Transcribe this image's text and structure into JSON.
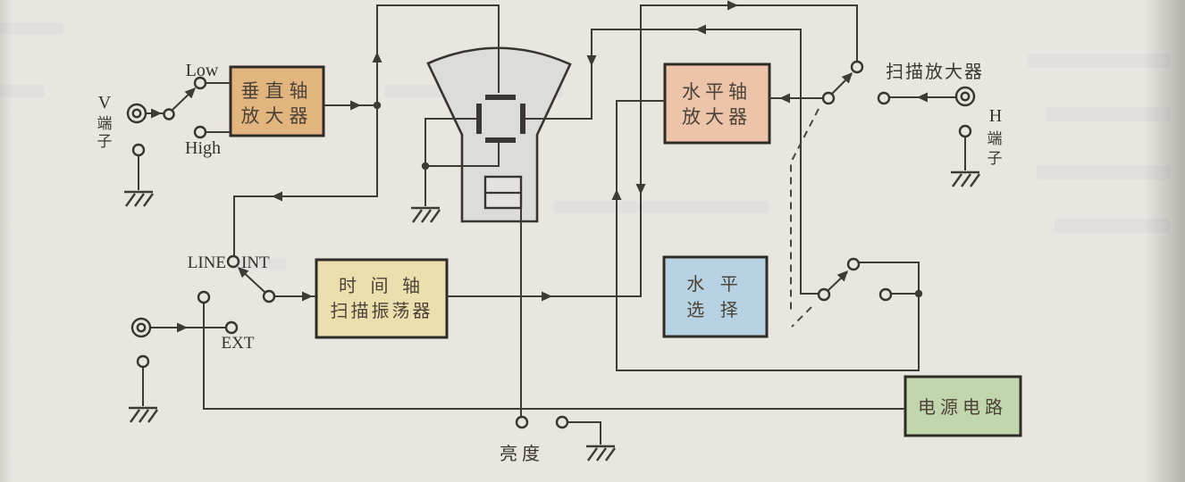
{
  "page": {
    "background": "#e9e6e2",
    "wire_color": "#3e3a36",
    "description": "oscilloscope block diagram"
  },
  "blocks": {
    "vertical_amplifier": {
      "line1": "垂直轴",
      "line2": "放大器",
      "fill": "#e2b47e"
    },
    "time_base_oscillator": {
      "line1": "时 间 轴",
      "line2": "扫描振荡器",
      "fill": "#ebdfae"
    },
    "horizontal_amplifier": {
      "line1": "水平轴",
      "line2": "放大器",
      "fill": "#ecc4a9"
    },
    "horizontal_select": {
      "line1": "水 平",
      "line2": "选 择",
      "fill": "#b7d3e3"
    },
    "power_supply": {
      "label": "电源电路",
      "fill": "#c2d6ad"
    }
  },
  "labels": {
    "v_terminal_v": "V",
    "v_terminal_duan": "端",
    "v_terminal_zi": "子",
    "low": "Low",
    "high": "High",
    "line": "LINE",
    "int": "INT",
    "ext": "EXT",
    "brightness": "亮度",
    "sweep_amplifier": "扫描放大器",
    "h_terminal_h": "H",
    "h_terminal_duan": "端",
    "h_terminal_zi": "子"
  }
}
